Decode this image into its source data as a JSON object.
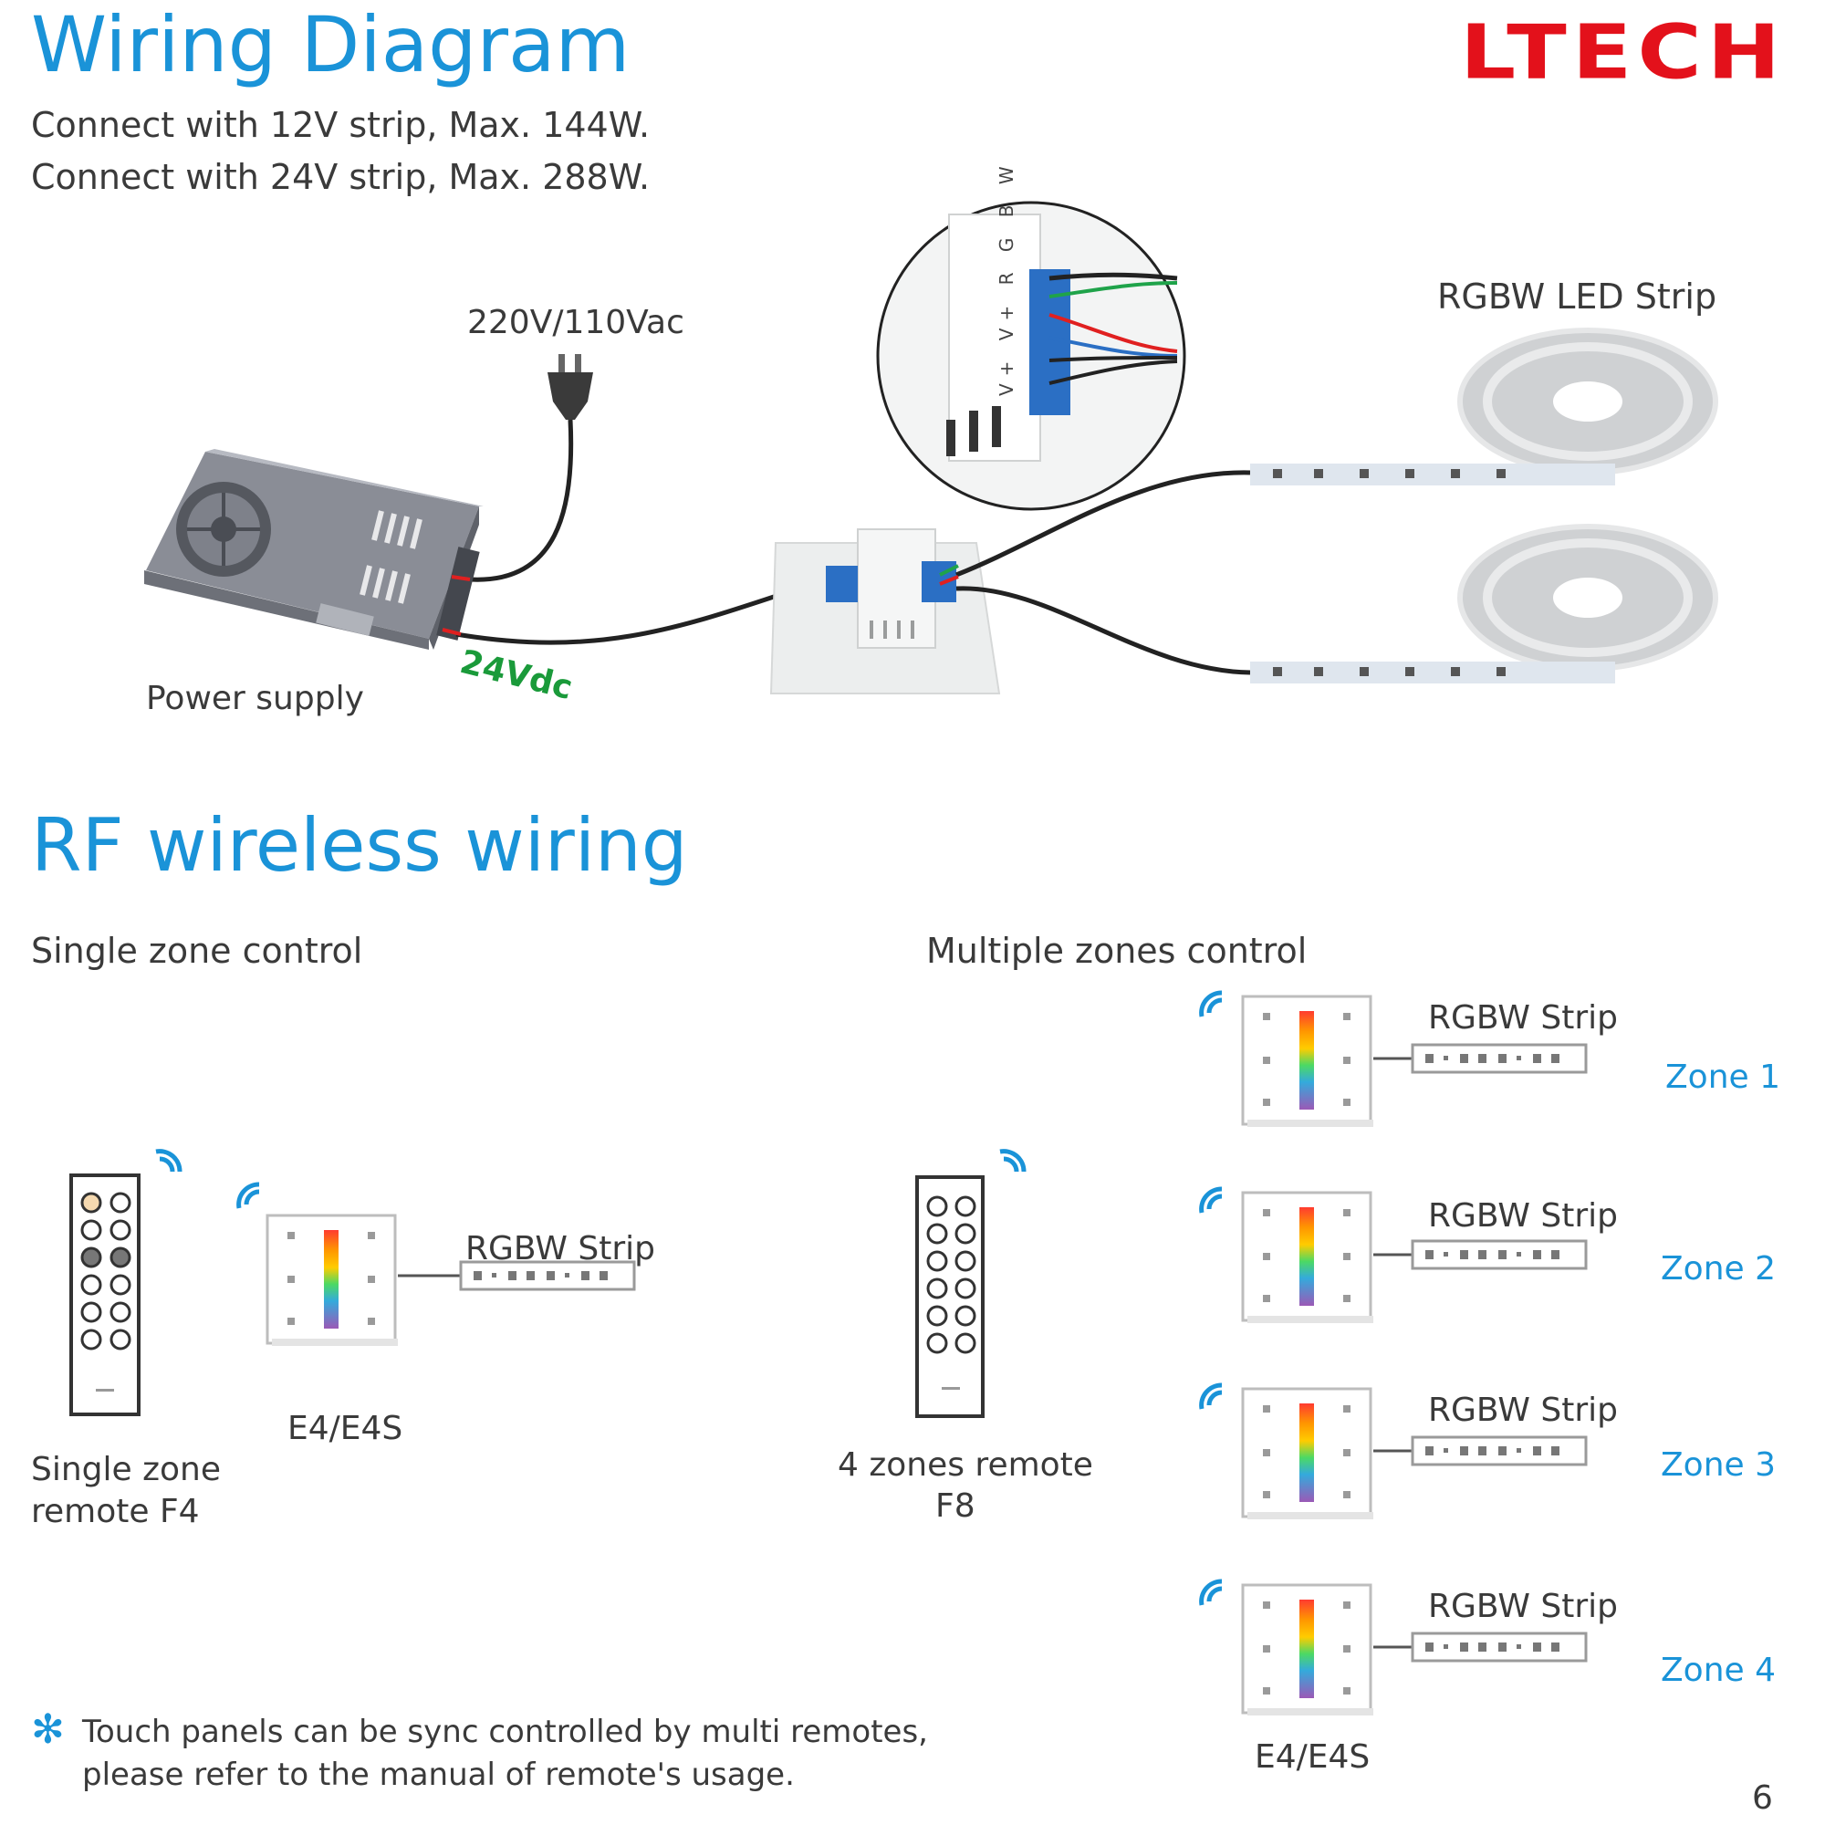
{
  "header": {
    "title": "Wiring Diagram",
    "logo": "LTECH",
    "spec_12v": "Connect with 12V strip, Max. 144W.",
    "spec_24v": "Connect with 24V strip, Max. 288W."
  },
  "wiring": {
    "ac_input": "220V/110Vac",
    "dc_output": "24Vdc",
    "power_supply_label": "Power supply",
    "strip_label": "RGBW LED Strip",
    "terminal_labels": [
      "V+",
      "V+",
      "R",
      "G",
      "B",
      "W"
    ]
  },
  "rf": {
    "title": "RF wireless wiring",
    "single": {
      "heading": "Single zone control",
      "remote_label_line1": "Single zone",
      "remote_label_line2": "remote F4",
      "panel_label": "E4/E4S",
      "strip_label": "RGBW Strip"
    },
    "multi": {
      "heading": "Multiple zones control",
      "remote_label_line1": "4 zones remote",
      "remote_label_line2": "F8",
      "panel_label": "E4/E4S",
      "zones": [
        {
          "strip_label": "RGBW Strip",
          "zone_label": "Zone 1"
        },
        {
          "strip_label": "RGBW Strip",
          "zone_label": "Zone 2"
        },
        {
          "strip_label": "RGBW Strip",
          "zone_label": "Zone 3"
        },
        {
          "strip_label": "RGBW Strip",
          "zone_label": "Zone 4"
        }
      ]
    }
  },
  "footer": {
    "note_line1": "Touch panels can be sync controlled by multi remotes,",
    "note_line2": "please refer to the manual of remote's usage.",
    "page_number": "6"
  },
  "colors": {
    "accent_blue": "#1a93d8",
    "brand_red": "#e3111b",
    "dc_green": "#1a9a3a"
  }
}
